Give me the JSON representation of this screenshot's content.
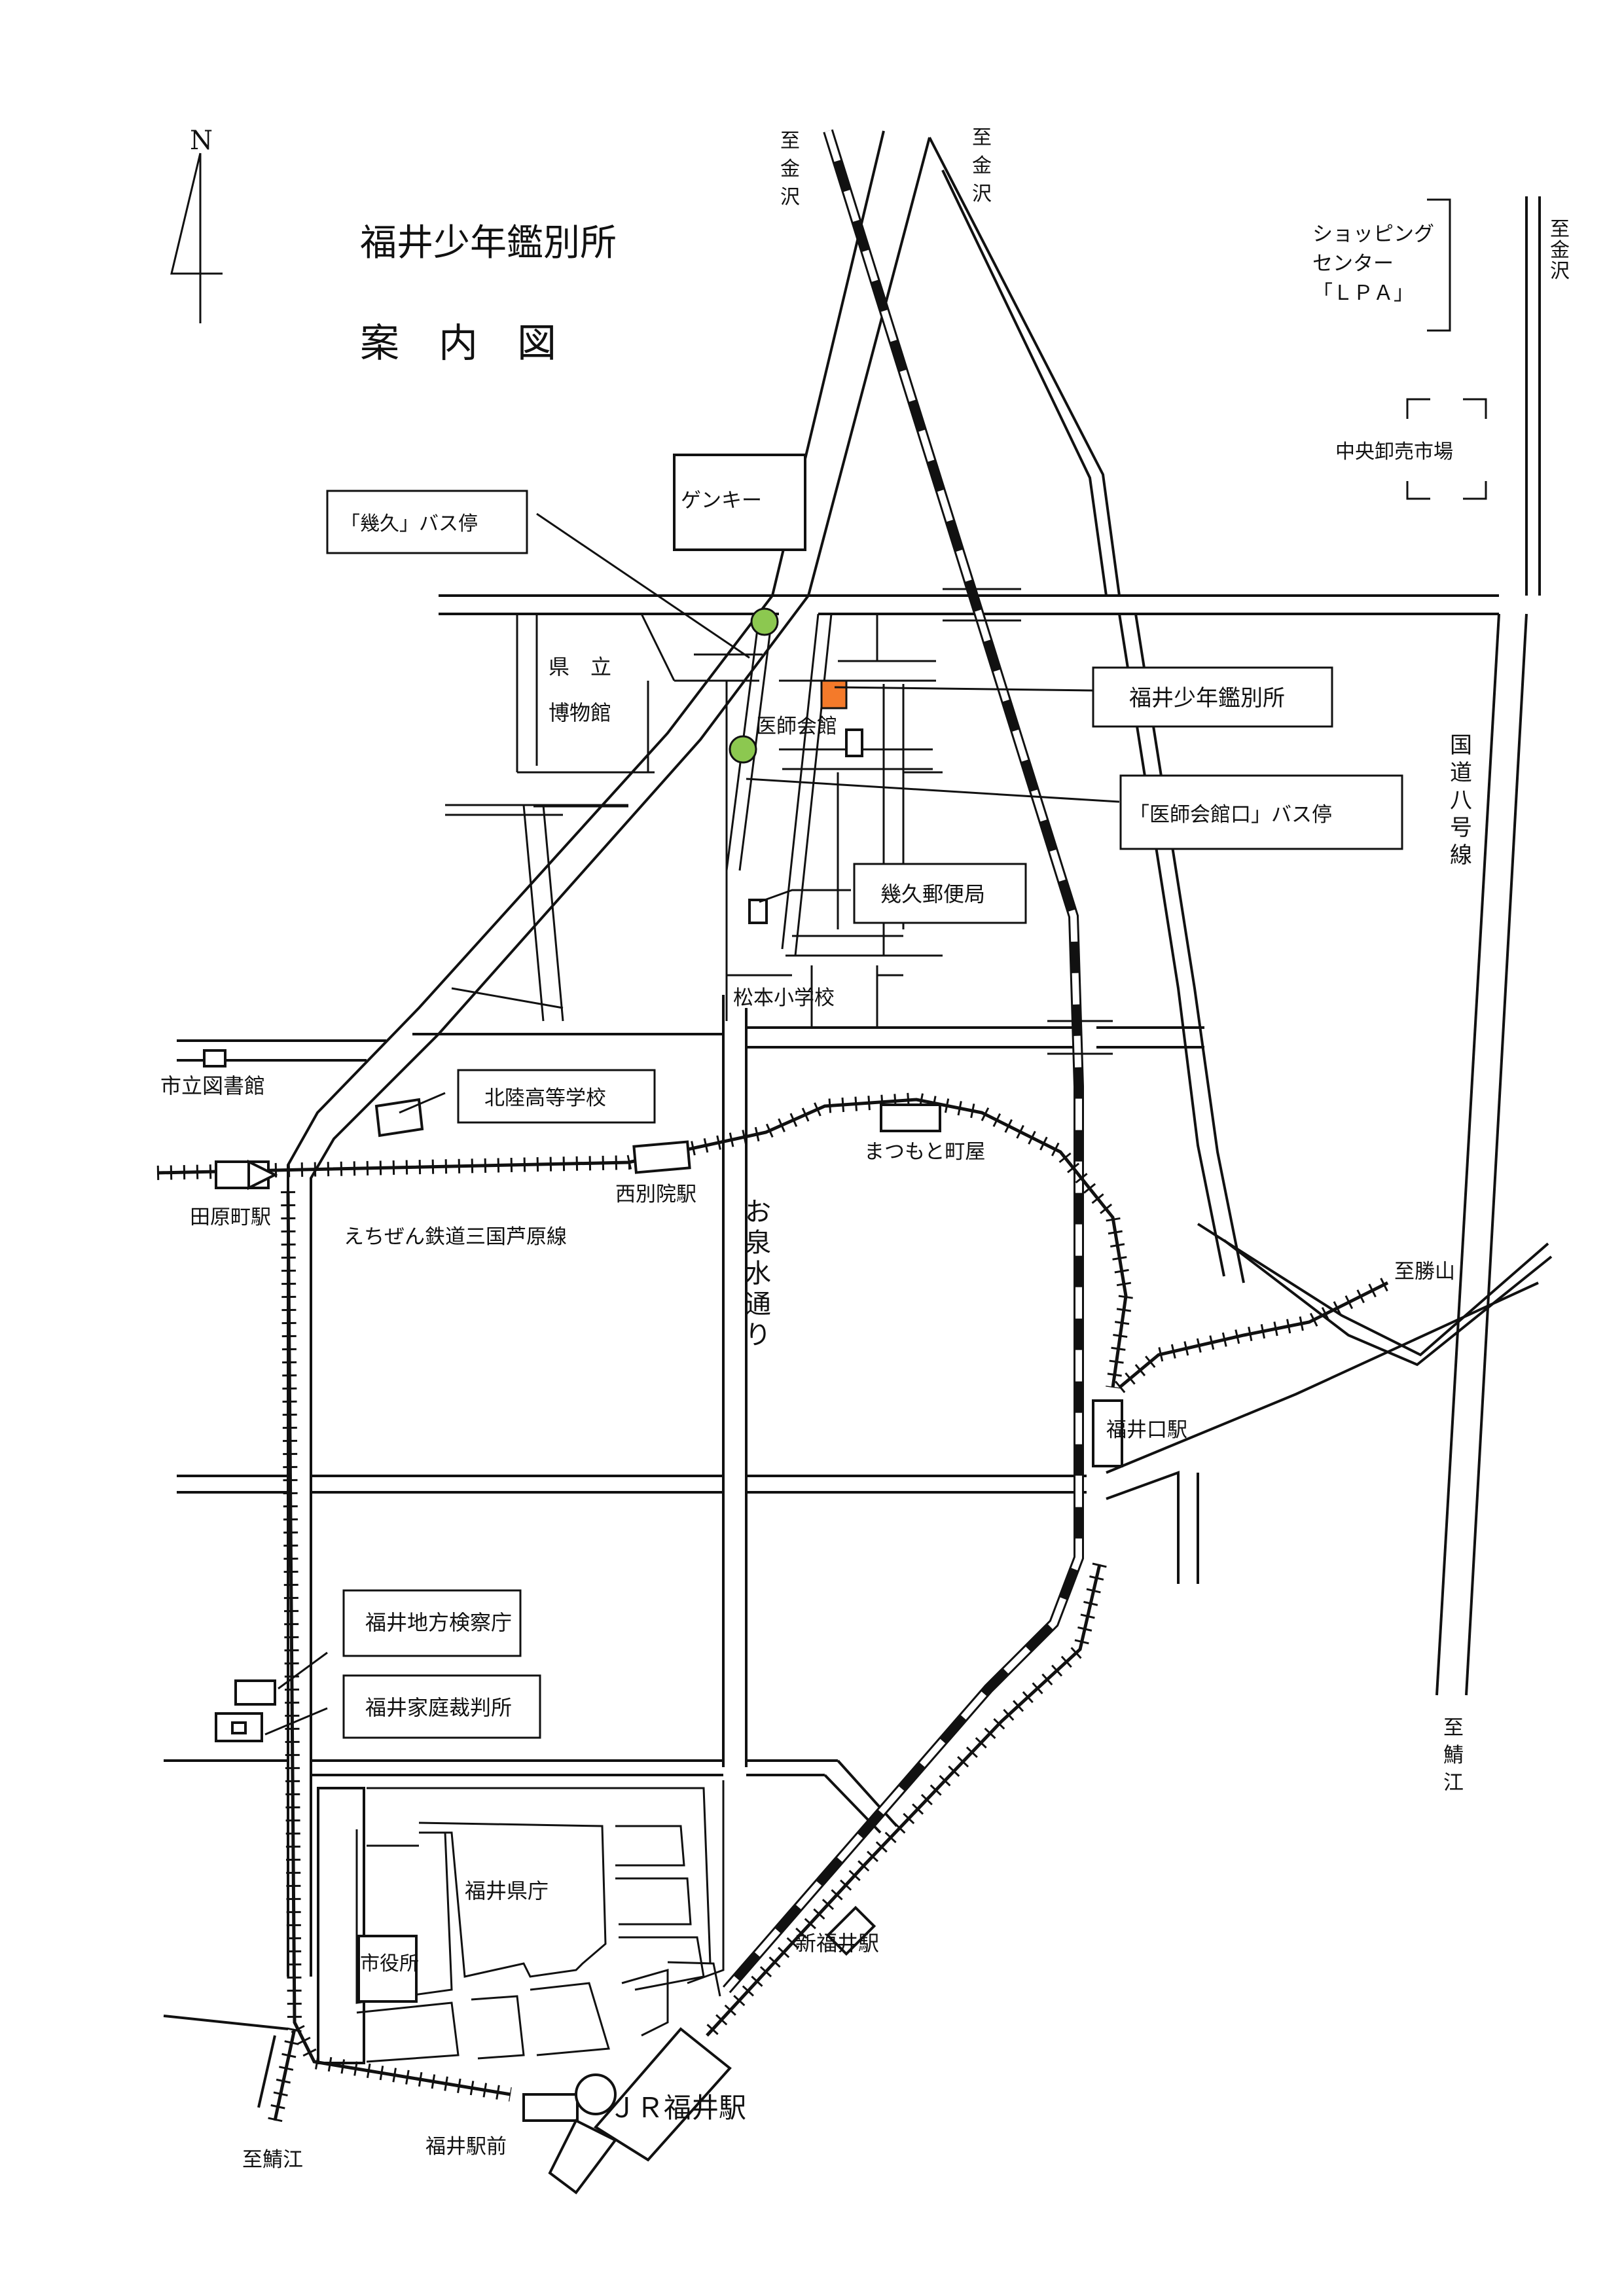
{
  "title": "福井少年鑑別所",
  "subtitle": "案　内　図",
  "north": "N",
  "colors": {
    "destination": "#f47a2a",
    "bus_stop": "#8cc850",
    "line": "#111111"
  },
  "directions": {
    "kanazawa_1": [
      "至",
      "金",
      "沢"
    ],
    "kanazawa_2": [
      "至",
      "金",
      "沢"
    ],
    "kanazawa_3": [
      "至",
      "金",
      "沢"
    ],
    "katsuyama": "至勝山",
    "sabae_right": [
      "至",
      "鯖",
      "江"
    ],
    "sabae_left": "至鯖江"
  },
  "landmarks": {
    "lpa": [
      "ショッピング",
      "センター",
      "「ＬＰＡ」"
    ],
    "market": "中央卸売市場",
    "genky": "ゲンキー",
    "museum": [
      "県　立",
      "博物館"
    ],
    "ishikai": "医師会館",
    "matsumoto_school": "松本小学校",
    "library": "市立図書館",
    "hokuriku_school": "北陸高等学校",
    "prefecture_office": "福井県庁",
    "city_hall": "市役所"
  },
  "callouts": {
    "bus_ikuhisa": "「幾久」バス停",
    "kanbetsusho": "福井少年鑑別所",
    "bus_ishikai": "「医師会館口」バス停",
    "post_office": "幾久郵便局",
    "prosecutors": "福井地方検察庁",
    "family_court": "福井家庭裁判所"
  },
  "roads": {
    "route8": [
      "国",
      "道",
      "八",
      "号",
      "線"
    ],
    "oizumi": [
      "お",
      "泉",
      "水",
      "通",
      "り"
    ]
  },
  "stations": {
    "tawaramachi": "田原町駅",
    "nishibetsuin": "西別院駅",
    "matsumoto_machiya": "まつもと町屋",
    "fukuiguchi": "福井口駅",
    "shin_fukui": "新福井駅",
    "jr_fukui": "ＪＲ福井駅",
    "fukui_ekimae": "福井駅前"
  },
  "railway": {
    "echizen": "えちぜん鉄道三国芦原線"
  }
}
